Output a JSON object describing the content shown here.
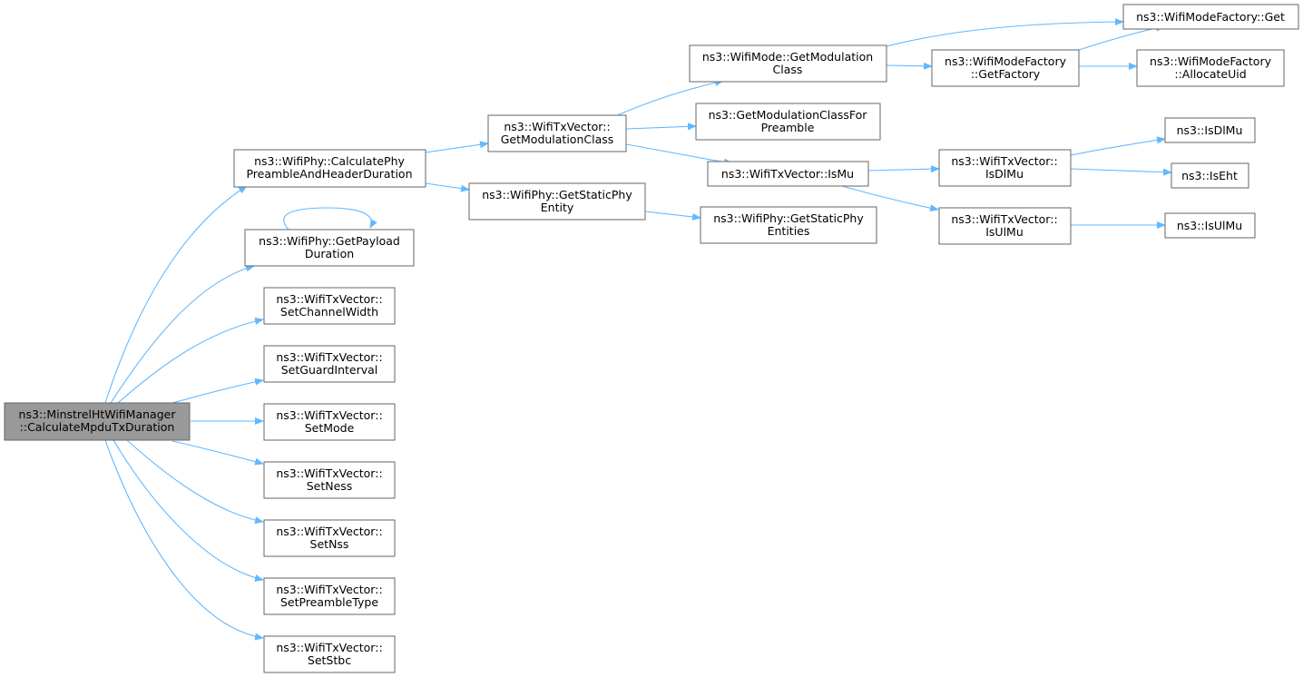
{
  "colors": {
    "edge": "#63b8ff",
    "root_fill": "#999999",
    "node_border": "#666666",
    "node_fill": "#ffffff"
  },
  "nodes": {
    "root": [
      "ns3::MinstrelHtWifiManager",
      "::CalculateMpduTxDuration"
    ],
    "calcPhy": [
      "ns3::WifiPhy::CalculatePhy",
      "PreambleAndHeaderDuration"
    ],
    "getPayload": [
      "ns3::WifiPhy::GetPayload",
      "Duration"
    ],
    "setChannelWidth": [
      "ns3::WifiTxVector::",
      "SetChannelWidth"
    ],
    "setGuard": [
      "ns3::WifiTxVector::",
      "SetGuardInterval"
    ],
    "setMode": [
      "ns3::WifiTxVector::",
      "SetMode"
    ],
    "setNess": [
      "ns3::WifiTxVector::",
      "SetNess"
    ],
    "setNss": [
      "ns3::WifiTxVector::",
      "SetNss"
    ],
    "setPreamble": [
      "ns3::WifiTxVector::",
      "SetPreambleType"
    ],
    "setStbc": [
      "ns3::WifiTxVector::",
      "SetStbc"
    ],
    "getModClass": [
      "ns3::WifiTxVector::",
      "GetModulationClass"
    ],
    "getStaticEntity": [
      "ns3::WifiPhy::GetStaticPhy",
      "Entity"
    ],
    "modeGetMod": [
      "ns3::WifiMode::GetModulation",
      "Class"
    ],
    "getModClassFor": [
      "ns3::GetModulationClassFor",
      "Preamble"
    ],
    "isMu": [
      "ns3::WifiTxVector::IsMu"
    ],
    "getStaticEntities": [
      "ns3::WifiPhy::GetStaticPhy",
      "Entities"
    ],
    "factoryGet": [
      "ns3::WifiModeFactory::Get"
    ],
    "getFactory": [
      "ns3::WifiModeFactory",
      "::GetFactory"
    ],
    "allocateUid": [
      "ns3::WifiModeFactory",
      "::AllocateUid"
    ],
    "isDlMuVec": [
      "ns3::WifiTxVector::",
      "IsDlMu"
    ],
    "isUlMuVec": [
      "ns3::WifiTxVector::",
      "IsUlMu"
    ],
    "isDlMu": [
      "ns3::IsDlMu"
    ],
    "isEht": [
      "ns3::IsEht"
    ],
    "isUlMu": [
      "ns3::IsUlMu"
    ]
  }
}
